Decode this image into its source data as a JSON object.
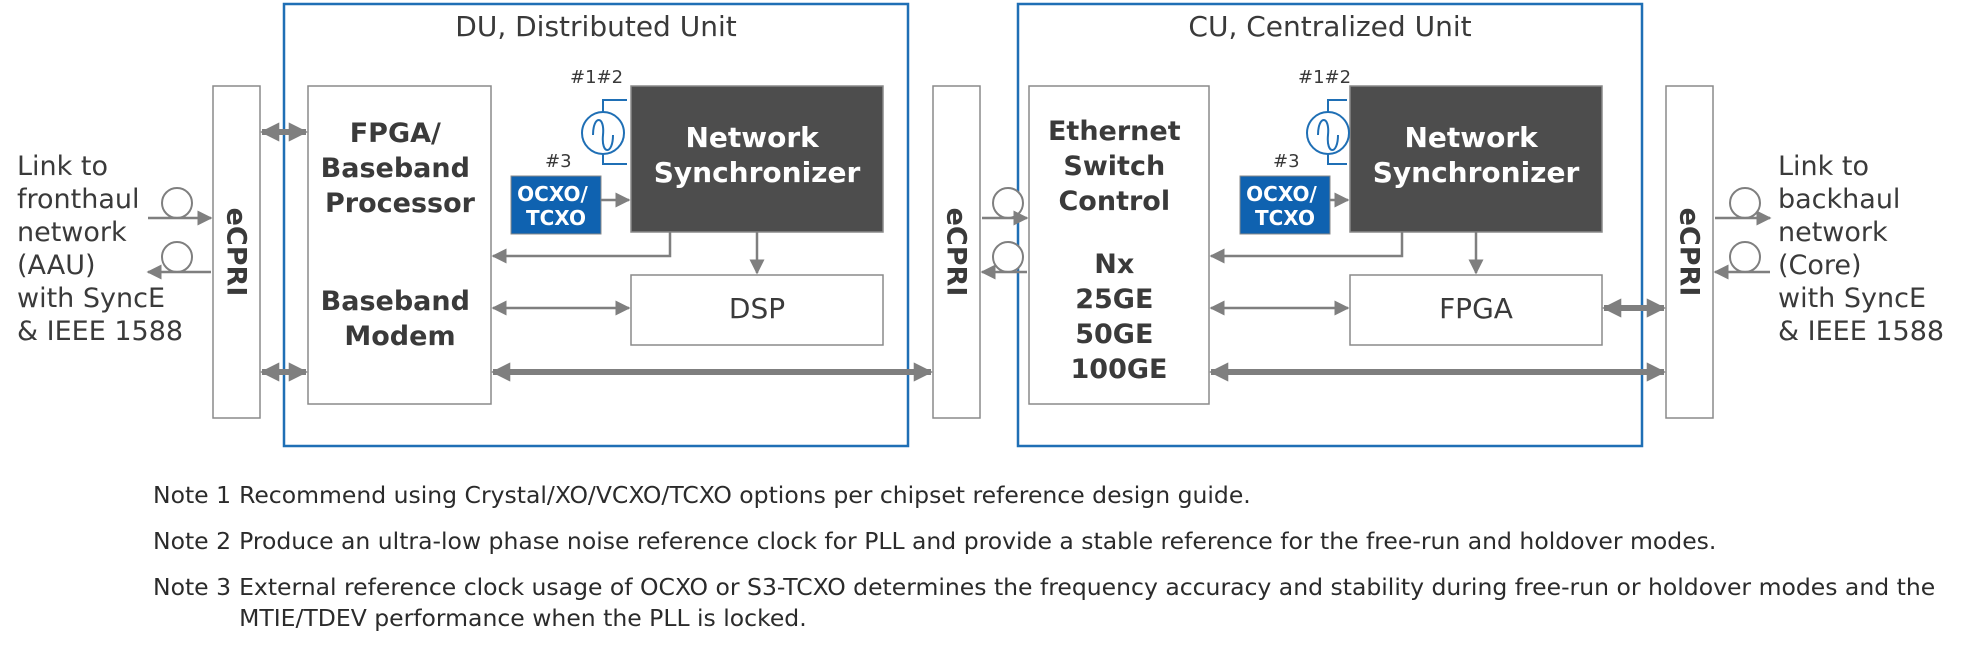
{
  "colors": {
    "unit_border": "#1f6fb5",
    "box_border": "#8a8a8a",
    "sync_fill": "#4d4d4d",
    "osc_fill": "#0f62b0",
    "arrow": "#7f7f7f",
    "text": "#3a3a3a"
  },
  "du": {
    "title": "DU, Distributed Unit",
    "processor_lines": [
      "FPGA/",
      "Baseband",
      "Processor"
    ],
    "modem_lines": [
      "Baseband",
      "Modem"
    ],
    "sync_lines": [
      "Network",
      "Synchronizer"
    ],
    "osc_lines": [
      "OCXO/",
      "TCXO"
    ],
    "ref_label_12": "#1#2",
    "ref_label_3": "#3",
    "dsp": "DSP",
    "clock_icon": "clock-oscillator-icon"
  },
  "cu": {
    "title": "CU, Centralized Unit",
    "switch_lines": [
      "Ethernet",
      "Switch",
      "Control",
      "",
      "Nx",
      "25GE",
      "50GE",
      "100GE"
    ],
    "sync_lines": [
      "Network",
      "Synchronizer"
    ],
    "osc_lines": [
      "OCXO/",
      "TCXO"
    ],
    "ref_label_12": "#1#2",
    "ref_label_3": "#3",
    "fpga": "FPGA",
    "clock_icon": "clock-oscillator-icon"
  },
  "ecpri": {
    "left": "eCPRI",
    "middle": "eCPRI",
    "right": "eCPRI"
  },
  "links": {
    "left_lines": [
      "Link to",
      "fronthaul",
      "network",
      "(AAU)",
      "with SyncE",
      "& IEEE 1588"
    ],
    "right_lines": [
      "Link to",
      "backhaul",
      "network",
      "(Core)",
      "with SyncE",
      "& IEEE 1588"
    ]
  },
  "notes": [
    {
      "label": "Note 1",
      "text": "Recommend using Crystal/XO/VCXO/TCXO options per chipset reference design guide."
    },
    {
      "label": "Note 2",
      "text": "Produce an ultra-low phase noise reference clock for PLL and provide a stable reference for the free-run and holdover modes."
    },
    {
      "label": "Note 3",
      "text": "External reference clock usage of OCXO or S3-TCXO  determines the frequency accuracy and stability during free-run or holdover modes and the MTIE/TDEV performance when the PLL is locked."
    }
  ]
}
